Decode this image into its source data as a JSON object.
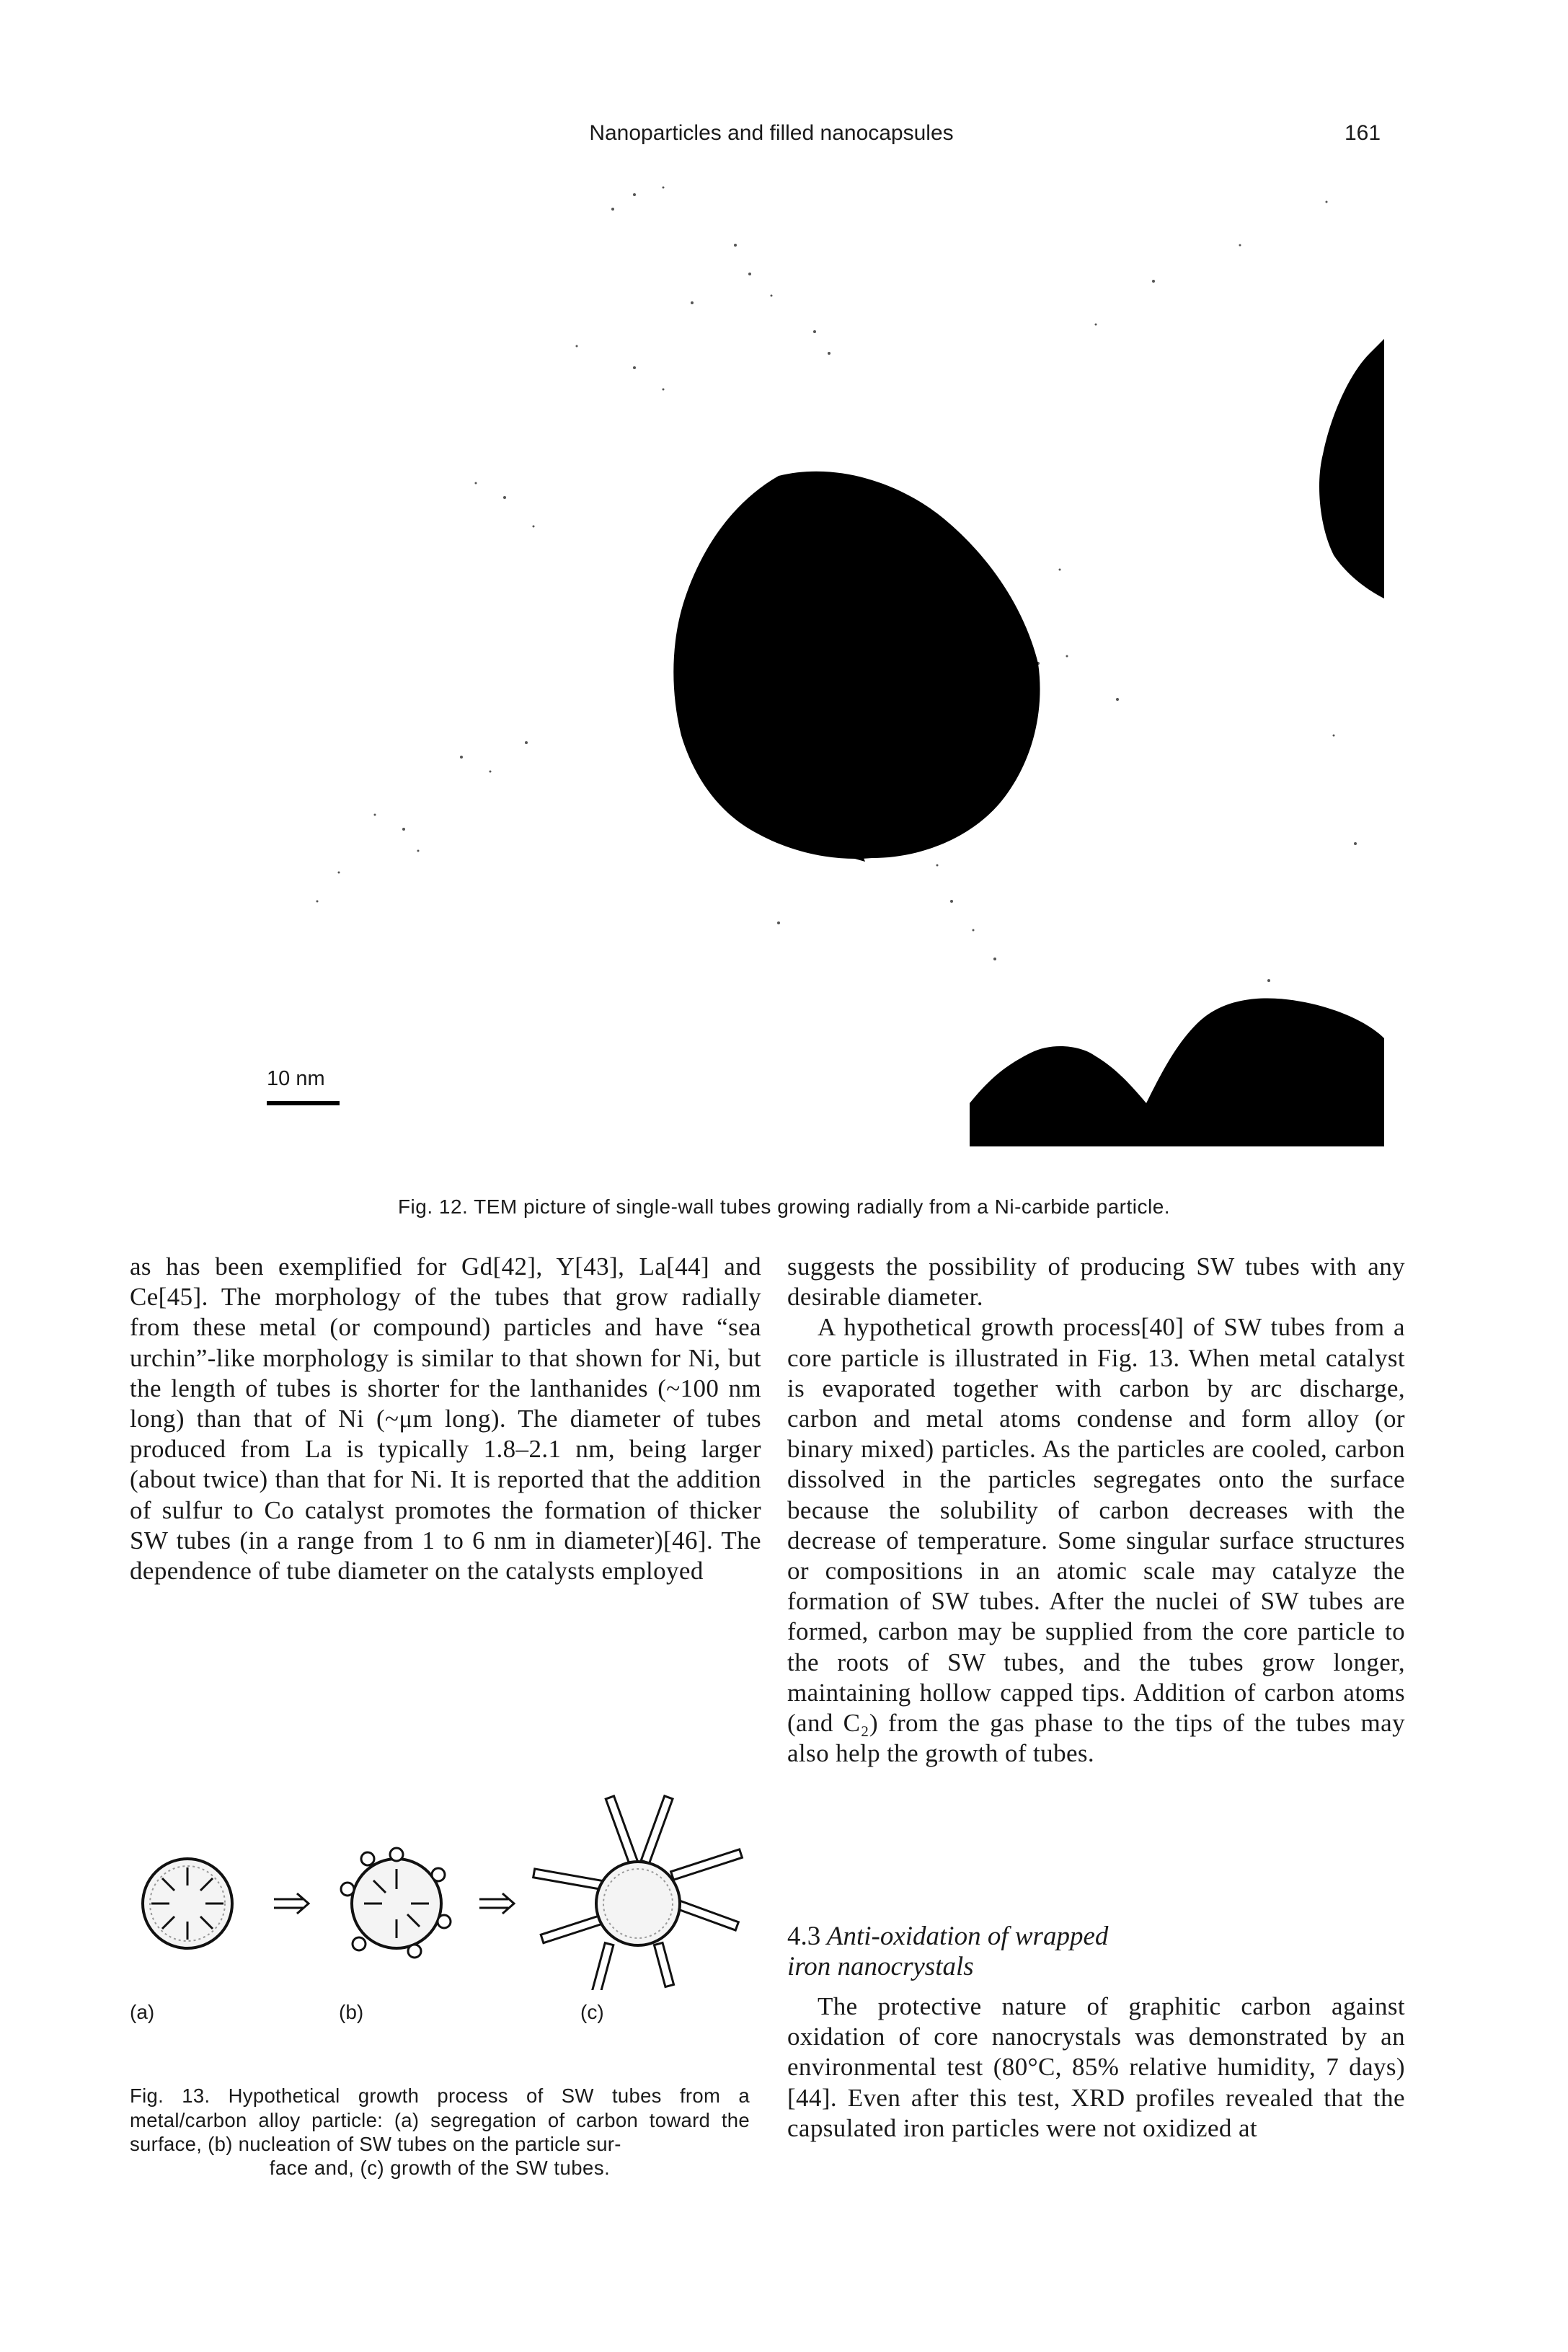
{
  "header": {
    "running_title": "Nanoparticles and filled nanocapsules",
    "page_number": "161"
  },
  "figure12": {
    "scale_label": "10 nm",
    "caption": "Fig. 12. TEM picture of single-wall tubes growing radially from a Ni-carbide particle."
  },
  "left_column": {
    "paragraph": "as has been exemplified for Gd[42], Y[43], La[44] and Ce[45]. The morphology of the tubes that grow radially from these metal (or compound) particles and have “sea urchin”-like morphology is similar to that shown for Ni, but the length of tubes is shorter for the lanthanides (~100 nm long) than that of Ni (~μm long). The diameter of tubes produced from La is typically 1.8–2.1 nm, being larger (about twice) than that for Ni. It is reported that the addition of sulfur to Co catalyst promotes the formation of thicker SW tubes (in a range from 1 to 6 nm in diameter)[46]. The dependence of tube diameter on the catalysts employed"
  },
  "figure13": {
    "label_a": "(a)",
    "label_b": "(b)",
    "label_c": "(c)",
    "caption": "Fig. 13. Hypothetical growth process of SW tubes from a metal/carbon alloy particle: (a) segregation of carbon toward the surface, (b) nucleation of SW tubes on the particle sur-",
    "caption_last": "face and, (c) growth of the SW tubes."
  },
  "right_column": {
    "paragraph1": "suggests the possibility of producing SW tubes with any desirable diameter.",
    "paragraph2": "A hypothetical growth process[40] of SW tubes from a core particle is illustrated in Fig. 13. When metal catalyst is evaporated together with carbon by arc discharge, carbon and metal atoms condense and form alloy (or binary mixed) particles. As the particles are cooled, carbon dissolved in the particles segregates onto the surface because the solubility of carbon decreases with the decrease of temperature. Some singular surface structures or compositions in an atomic scale may catalyze the formation of SW tubes. After the nuclei of SW tubes are formed, carbon may be supplied from the core particle to the roots of SW tubes, and the tubes grow longer, maintaining hollow capped tips. Addition of carbon atoms (and C₂) from the gas phase to the tips of the tubes may also help the growth of tubes.",
    "section_number": "4.3",
    "section_title_line1": "Anti-oxidation of wrapped",
    "section_title_line2": "iron nanocrystals",
    "paragraph3": "The protective nature of graphitic carbon against oxidation of core nanocrystals was demonstrated by an environmental test (80°C, 85% relative humidity, 7 days)[44]. Even after this test, XRD profiles revealed that the capsulated iron particles were not oxidized at"
  }
}
